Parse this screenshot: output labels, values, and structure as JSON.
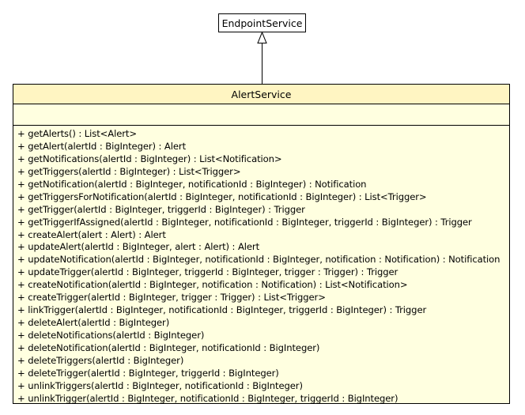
{
  "parent_class": {
    "name": "EndpointService"
  },
  "class": {
    "name": "AlertService",
    "attributes": [],
    "operations": [
      "+ getAlerts() : List<Alert>",
      "+ getAlert(alertId : BigInteger) : Alert",
      "+ getNotifications(alertId : BigInteger) : List<Notification>",
      "+ getTriggers(alertId : BigInteger) : List<Trigger>",
      "+ getNotification(alertId : BigInteger, notificationId : BigInteger) : Notification",
      "+ getTriggersForNotification(alertId : BigInteger, notificationId : BigInteger) : List<Trigger>",
      "+ getTrigger(alertId : BigInteger, triggerId : BigInteger) : Trigger",
      "+ getTriggerIfAssigned(alertId : BigInteger, notificationId : BigInteger, triggerId : BigInteger) : Trigger",
      "+ createAlert(alert : Alert) : Alert",
      "+ updateAlert(alertId : BigInteger, alert : Alert) : Alert",
      "+ updateNotification(alertId : BigInteger, notificationId : BigInteger, notification : Notification) : Notification",
      "+ updateTrigger(alertId : BigInteger, triggerId : BigInteger, trigger : Trigger) : Trigger",
      "+ createNotification(alertId : BigInteger, notification : Notification) : List<Notification>",
      "+ createTrigger(alertId : BigInteger, trigger : Trigger) : List<Trigger>",
      "+ linkTrigger(alertId : BigInteger, notificationId : BigInteger, triggerId : BigInteger) : Trigger",
      "+ deleteAlert(alertId : BigInteger)",
      "+ deleteNotifications(alertId : BigInteger)",
      "+ deleteNotification(alertId : BigInteger, notificationId : BigInteger)",
      "+ deleteTriggers(alertId : BigInteger)",
      "+ deleteTrigger(alertId : BigInteger, triggerId : BigInteger)",
      "+ unlinkTriggers(alertId : BigInteger, notificationId : BigInteger)",
      "+ unlinkTrigger(alertId : BigInteger, notificationId : BigInteger, triggerId : BigInteger)"
    ]
  },
  "relationship": {
    "type": "generalization"
  },
  "colors": {
    "class_fill": "#ffffe0",
    "title_fill": "#fff5c2",
    "line": "#000000"
  }
}
